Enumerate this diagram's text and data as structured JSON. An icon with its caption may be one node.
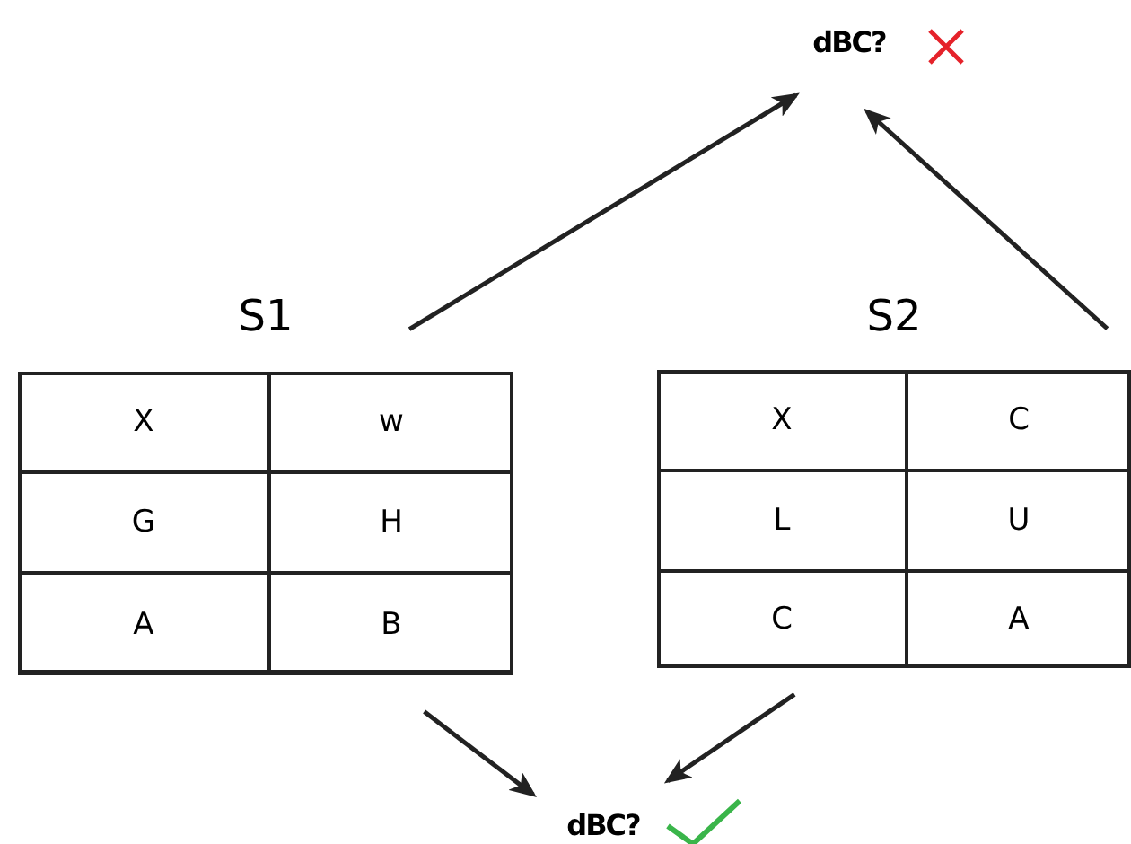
{
  "diagram": {
    "nodes": [
      {
        "text": [
          "S1"
        ]
      },
      {
        "text": [
          "X"
        ],
        "in": 0
      },
      {
        "text": [
          "w"
        ],
        "in": 0
      },
      {
        "text": [
          "G"
        ],
        "in": 0
      },
      {
        "text": [
          "H"
        ],
        "in": 0
      },
      {
        "text": [
          "A"
        ],
        "in": 0
      },
      {
        "text": [
          "B"
        ],
        "in": 0
      },
      {
        "text": [
          "S2"
        ]
      },
      {
        "text": [
          "X"
        ],
        "in": 7
      },
      {
        "text": [
          "C"
        ],
        "in": 7
      },
      {
        "text": [
          "L"
        ],
        "in": 7
      },
      {
        "text": [
          "U"
        ],
        "in": 7
      },
      {
        "text": [
          "C"
        ],
        "in": 7
      },
      {
        "text": [
          "A"
        ],
        "in": 7
      },
      {
        "text": [
          "dBC?"
        ]
      },
      {
        "text": [
          "dBC?"
        ]
      }
    ],
    "edges": [
      {
        "from": 0,
        "to": 14,
        "arrow": "to"
      },
      {
        "from": 7,
        "to": 14,
        "arrow": "to"
      },
      {
        "from": 0,
        "to": 15,
        "arrow": "to"
      },
      {
        "from": 7,
        "to": 15,
        "arrow": "to"
      }
    ]
  }
}
